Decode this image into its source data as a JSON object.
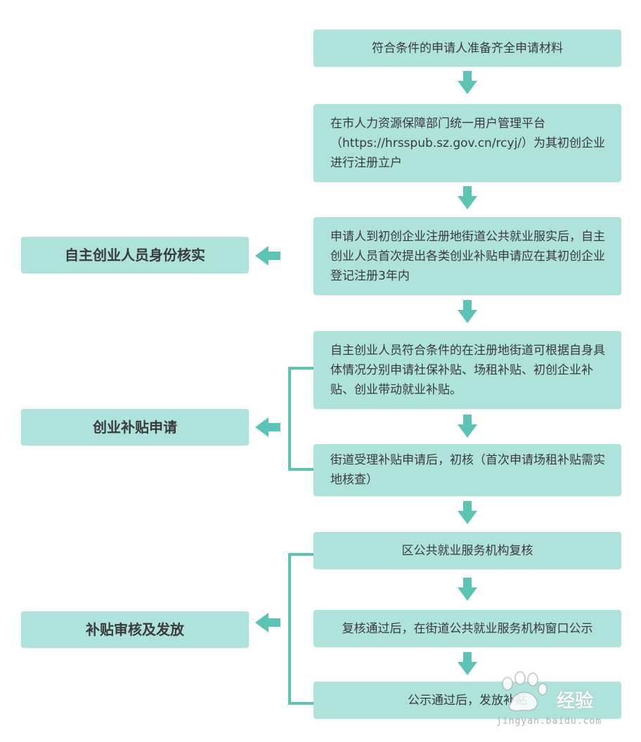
{
  "steps": [
    "符合条件的申请人准备齐全申请材料",
    "在市人力资源保障部门统一用户管理平台（https://hrsspub.sz.gov.cn/rcyj/）为其初创企业进行注册立户",
    "申请人到初创企业注册地街道公共就业服实后，自主创业人员首次提出各类创业补贴申请应在其初创企业登记注册3年内",
    "自主创业人员符合条件的在注册地街道可根据自身具体情况分别申请社保补贴、场租补贴、初创企业补贴、创业带动就业补贴。",
    "街道受理补贴申请后，初核（首次申请场租补贴需实地核查）",
    "区公共就业服务机构复核",
    "复核通过后，在街道公共就业服务机构窗口公示",
    "公示通过后，发放补贴"
  ],
  "stages": [
    "自主创业人员身份核实",
    "创业补贴申请",
    "补贴审核及发放"
  ],
  "watermark": {
    "brand": "经验",
    "url": "jingyan.baidu.com"
  },
  "colors": {
    "box_fill": "#aee3dc",
    "arrow": "#5cc4b4",
    "bracket": "#5cc4b4"
  }
}
